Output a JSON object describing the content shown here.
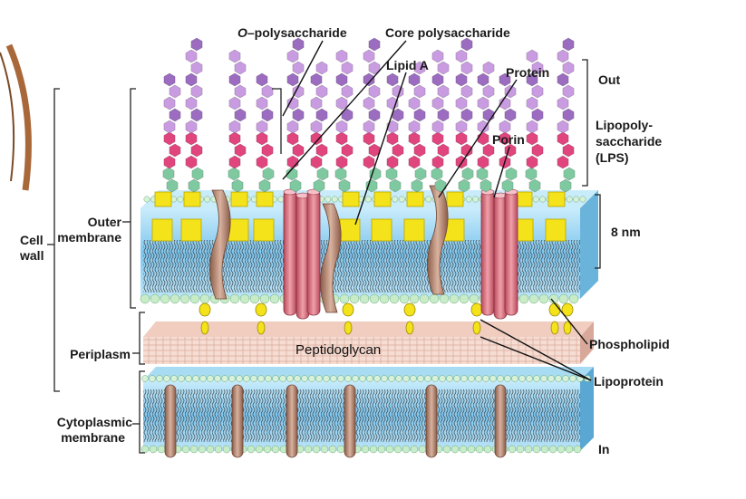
{
  "labels": {
    "o_polysaccharide": "O–polysaccharide",
    "core_polysaccharide": "Core polysaccharide",
    "lipid_a": "Lipid A",
    "protein": "Protein",
    "out": "Out",
    "lipopolysaccharide": [
      "Lipopoly-",
      "saccharide",
      "(LPS)"
    ],
    "porin": "Porin",
    "eight_nm": "8 nm",
    "cell_wall": [
      "Cell",
      "wall"
    ],
    "outer_membrane": [
      "Outer",
      "membrane"
    ],
    "periplasm": "Periplasm",
    "peptidoglycan": "Peptidoglycan",
    "phospholipid": "Phospholipid",
    "lipoprotein": "Lipoprotein",
    "cytoplasmic_membrane": [
      "Cytoplasmic",
      "membrane"
    ],
    "in": "In"
  },
  "colors": {
    "o_sugar": "#c99be0",
    "o_sugar_dark": "#9b6cc0",
    "core_sugar": "#e0457e",
    "core_green": "#7fc9a0",
    "lipid_a_yellow": "#f4e21a",
    "membrane_blue": "#8fd0f2",
    "head_green": "#c8ecc8",
    "porin_red": "#d9707e",
    "protein_brown": "#b98a72",
    "peptidoglycan": "#f3d6cc"
  }
}
